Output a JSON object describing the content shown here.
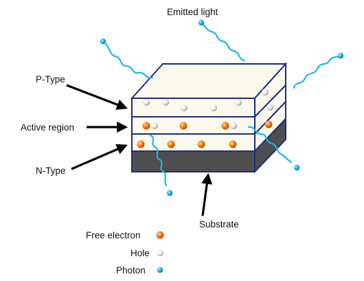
{
  "labels": {
    "emitted_light": "Emitted light",
    "p_type": "P-Type",
    "active_region": "Active region",
    "n_type": "N-Type",
    "substrate": "Substrate"
  },
  "legend": {
    "free_electron": "Free electron",
    "hole": "Hole",
    "photon": "Photon"
  },
  "colors": {
    "layer_cream": "#fbf9ec",
    "outline": "#1f2b7a",
    "substrate": "#4f4f4f",
    "electron": "#ff7a14",
    "hole": "#f2f2f2",
    "photon": "#19b9ea",
    "arrow": "#000000"
  }
}
